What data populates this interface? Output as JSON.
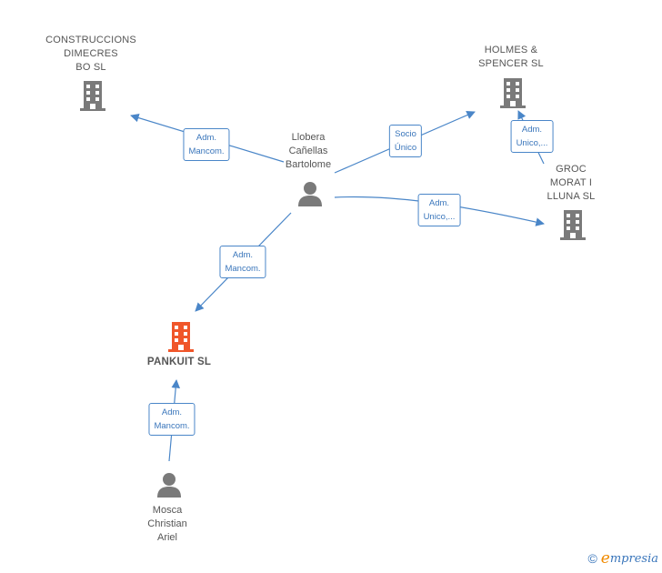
{
  "colors": {
    "edge": "#4a86c8",
    "company": "#7a7a7a",
    "company_focus": "#f0562a",
    "person": "#7a7a7a"
  },
  "nodes": {
    "construccions": {
      "label": "CONSTRUCCIONS\nDIMECRES\nBO SL",
      "icon": "building-icon"
    },
    "holmes": {
      "label": "HOLMES &\nSPENCER SL",
      "icon": "building-icon"
    },
    "groc": {
      "label": "GROC\nMORAT I\nLLUNA SL",
      "icon": "building-icon"
    },
    "pankuit": {
      "label": "PANKUIT SL",
      "icon": "building-icon"
    },
    "llobera": {
      "label": "Llobera\nCañellas\nBartolome",
      "icon": "person-icon"
    },
    "mosca": {
      "label": "Mosca\nChristian\nAriel",
      "icon": "person-icon"
    }
  },
  "edges": [
    {
      "id": "llobera-construccions",
      "line1": "Adm.",
      "line2": "Mancom."
    },
    {
      "id": "llobera-holmes",
      "line1": "Socio",
      "line2": "Único"
    },
    {
      "id": "groc-holmes",
      "line1": "Adm.",
      "line2": "Unico,..."
    },
    {
      "id": "llobera-groc",
      "line1": "Adm.",
      "line2": "Unico,..."
    },
    {
      "id": "llobera-pankuit",
      "line1": "Adm.",
      "line2": "Mancom."
    },
    {
      "id": "mosca-pankuit",
      "line1": "Adm.",
      "line2": "Mancom."
    }
  ],
  "footer": {
    "copyright": "©",
    "brand_initial": "e",
    "brand_rest": "mpresia"
  }
}
